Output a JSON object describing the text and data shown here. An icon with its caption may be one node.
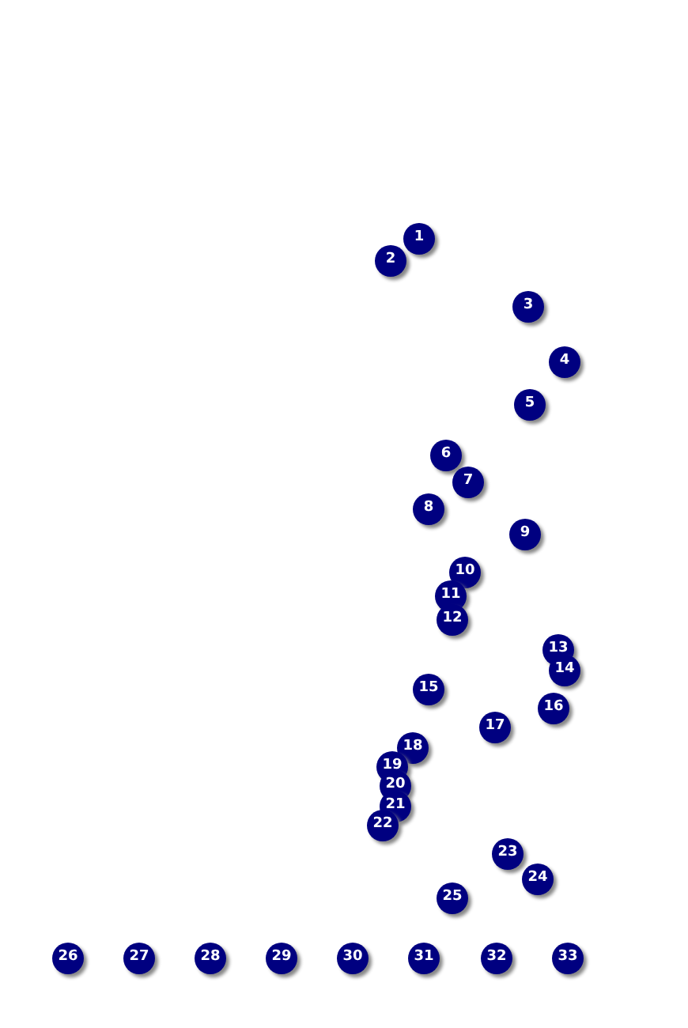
{
  "diagram": {
    "nodes": [
      {
        "text": [
          "1"
        ]
      },
      {
        "text": [
          "2"
        ]
      },
      {
        "text": [
          "3"
        ]
      },
      {
        "text": [
          "4"
        ]
      },
      {
        "text": [
          "5"
        ]
      },
      {
        "text": [
          "6"
        ]
      },
      {
        "text": [
          "7"
        ]
      },
      {
        "text": [
          "8"
        ]
      },
      {
        "text": [
          "9"
        ]
      },
      {
        "text": [
          "10"
        ]
      },
      {
        "text": [
          "11"
        ]
      },
      {
        "text": [
          "12"
        ]
      },
      {
        "text": [
          "13"
        ]
      },
      {
        "text": [
          "14"
        ]
      },
      {
        "text": [
          "15"
        ]
      },
      {
        "text": [
          "16"
        ]
      },
      {
        "text": [
          "17"
        ]
      },
      {
        "text": [
          "18"
        ]
      },
      {
        "text": [
          "19"
        ]
      },
      {
        "text": [
          "20"
        ]
      },
      {
        "text": [
          "21"
        ]
      },
      {
        "text": [
          "22"
        ]
      },
      {
        "text": [
          "23"
        ]
      },
      {
        "text": [
          "24"
        ]
      },
      {
        "text": [
          "25"
        ]
      },
      {
        "text": [
          "26"
        ]
      },
      {
        "text": [
          "27"
        ]
      },
      {
        "text": [
          "28"
        ]
      },
      {
        "text": [
          "29"
        ]
      },
      {
        "text": [
          "30"
        ]
      },
      {
        "text": [
          "31"
        ]
      },
      {
        "text": [
          "32"
        ]
      },
      {
        "text": [
          "33"
        ]
      }
    ]
  }
}
